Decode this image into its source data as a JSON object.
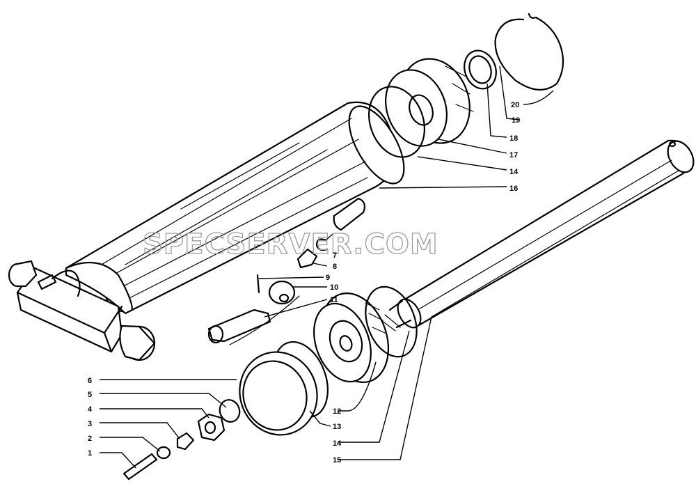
{
  "watermark": "SPECSERVER.COM",
  "callouts": [
    {
      "id": "c1",
      "label": "1"
    },
    {
      "id": "c2",
      "label": "2"
    },
    {
      "id": "c3",
      "label": "3"
    },
    {
      "id": "c4",
      "label": "4"
    },
    {
      "id": "c5",
      "label": "5"
    },
    {
      "id": "c6",
      "label": "6"
    },
    {
      "id": "c7",
      "label": "7"
    },
    {
      "id": "c8",
      "label": "8"
    },
    {
      "id": "c9",
      "label": "9"
    },
    {
      "id": "c10",
      "label": "10"
    },
    {
      "id": "c11",
      "label": "11"
    },
    {
      "id": "c12",
      "label": "12"
    },
    {
      "id": "c13",
      "label": "13"
    },
    {
      "id": "c14a",
      "label": "14"
    },
    {
      "id": "c14b",
      "label": "14"
    },
    {
      "id": "c15",
      "label": "15"
    },
    {
      "id": "c16",
      "label": "16"
    },
    {
      "id": "c17",
      "label": "17"
    },
    {
      "id": "c18",
      "label": "18"
    },
    {
      "id": "c19",
      "label": "19"
    },
    {
      "id": "c20",
      "label": "20"
    }
  ]
}
